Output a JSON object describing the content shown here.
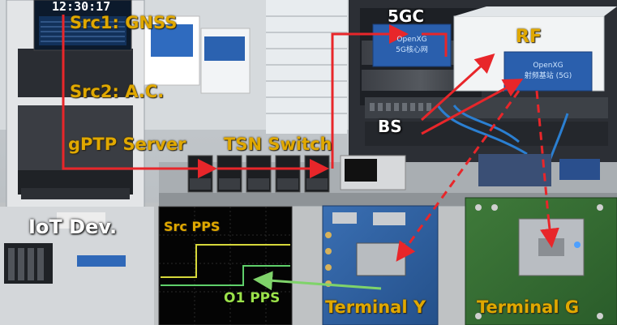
{
  "colors": {
    "arrow_red": "#e8262a",
    "label_gold": "#e0a800",
    "label_white": "#ffffff",
    "pps_src_trace": "#d6d83a",
    "pps_o1_trace": "#5fd06a",
    "o1_label": "#9be24a"
  },
  "clock": {
    "time": "12:30:17"
  },
  "labels": {
    "src1": "Src1: GNSS",
    "src2": "Src2: A.C.",
    "gptp": "gPTP Server",
    "tsn": "TSN Switch",
    "fivegc": "5GC",
    "rf": "RF",
    "bs": "BS",
    "iot": "IoT Dev.",
    "src_pps": "Src PPS",
    "o1_pps": "O1 PPS",
    "terminal_y": "Terminal Y",
    "terminal_g": "Terminal G"
  },
  "equipment_tags": {
    "core": "OpenXG\n5G核心网",
    "base_station": "OpenXG\n射频基站 (5G)"
  }
}
